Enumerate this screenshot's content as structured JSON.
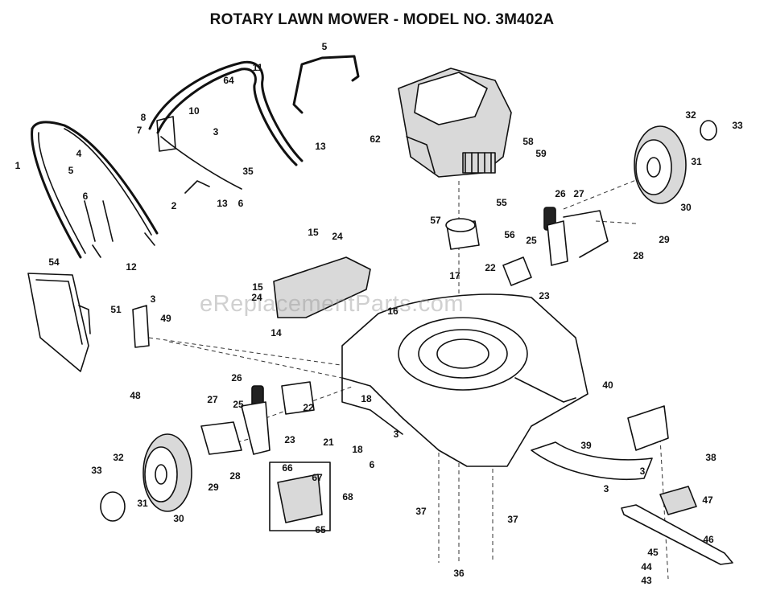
{
  "title": "ROTARY LAWN MOWER - MODEL NO.  3M402A",
  "watermark": "eReplacementParts.com",
  "part_numbers": [
    "1",
    "2",
    "3",
    "3",
    "3",
    "3",
    "3",
    "4",
    "5",
    "5",
    "6",
    "6",
    "6",
    "7",
    "8",
    "10",
    "11",
    "12",
    "13",
    "13",
    "14",
    "15",
    "15",
    "16",
    "17",
    "18",
    "18",
    "21",
    "22",
    "22",
    "23",
    "23",
    "24",
    "24",
    "25",
    "25",
    "26",
    "26",
    "27",
    "27",
    "28",
    "28",
    "29",
    "29",
    "30",
    "30",
    "31",
    "31",
    "32",
    "32",
    "33",
    "33",
    "35",
    "36",
    "37",
    "37",
    "38",
    "39",
    "40",
    "43",
    "44",
    "45",
    "46",
    "47",
    "48",
    "49",
    "51",
    "54",
    "55",
    "56",
    "57",
    "58",
    "59",
    "62",
    "64",
    "65",
    "66",
    "67",
    "68"
  ]
}
